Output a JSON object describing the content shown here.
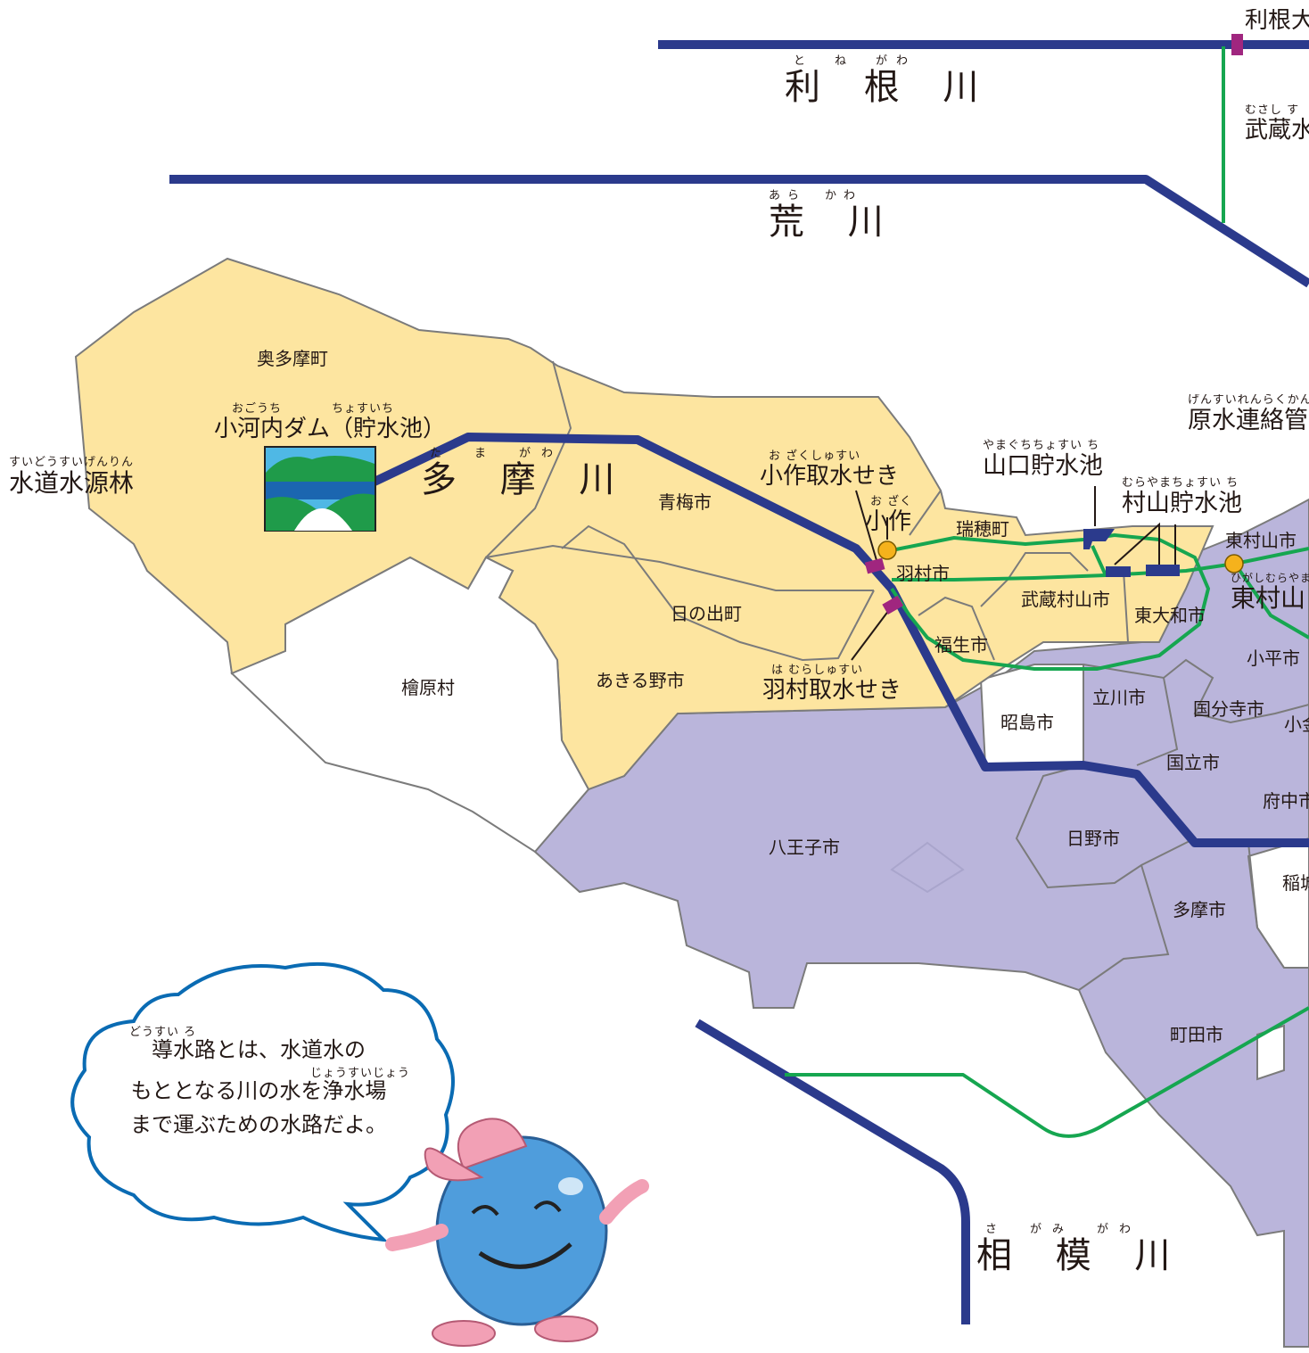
{
  "rivers": {
    "tone": {
      "ruby": "と　ね　がわ",
      "name": "利 根 川"
    },
    "ara": {
      "ruby": "あら　かわ",
      "name": "荒 川"
    },
    "tama": {
      "ruby": "た　ま　がわ",
      "name": "多 摩 川"
    },
    "sagami": {
      "ruby": "さ　がみ　がわ",
      "name": "相 模 川"
    },
    "tone_edge": "利根大"
  },
  "facilities": {
    "suigen": {
      "ruby": "すいどうすいげんりん",
      "name": "水道水源林"
    },
    "ogochi": {
      "ruby": "おごうち　　　　ちょすいち",
      "name": "小河内ダム（貯水池）"
    },
    "ozaku_intake": {
      "ruby": "お ざくしゅすい",
      "name": "小作取水せき"
    },
    "ozaku": {
      "ruby": "お ざく",
      "name": "小作"
    },
    "hamura_intake": {
      "ruby": "は むらしゅすい",
      "name": "羽村取水せき"
    },
    "yamaguchi": {
      "ruby": "やまぐちちょすい ち",
      "name": "山口貯水池"
    },
    "murayama": {
      "ruby": "むらやまちょすい ち",
      "name": "村山貯水池"
    },
    "gensui": {
      "ruby": "げんすいれんらくかん",
      "name": "原水連絡管"
    },
    "musashi": {
      "ruby": "むさし す",
      "name": "武蔵水"
    },
    "higashimurayama": {
      "ruby": "ひがしむらやま",
      "name": "東村山"
    }
  },
  "municipalities": {
    "okutama": "奥多摩町",
    "ome": "青梅市",
    "hinode": "日の出町",
    "akiruno": "あきる野市",
    "hinohara": "檜原村",
    "mizuho": "瑞穂町",
    "hamura": "羽村市",
    "musashimurayama": "武蔵村山市",
    "higashiyamato": "東大和市",
    "fussa": "福生市",
    "akishima": "昭島市",
    "tachikawa": "立川市",
    "kokubunji": "国分寺市",
    "kunitachi": "国立市",
    "kodaira": "小平市",
    "fuchu": "府中市",
    "hachioji": "八王子市",
    "hino": "日野市",
    "tama": "多摩市",
    "inagi": "稲城",
    "machida": "町田市",
    "higashimurayama_city": "東村山市",
    "koganei_edge": "小金"
  },
  "bubble": {
    "line1_ruby": "どうすい ろ",
    "line1": "導水路とは、水道水の",
    "line2_ruby": "じょうすいじょう",
    "line2": "もととなる川の水を浄水場",
    "line3": "まで運ぶための水路だよ。"
  },
  "colors": {
    "river": "#2b3a8c",
    "conduit": "#16a650",
    "west_area": "#fde5a0",
    "east_area": "#bab5db",
    "border": "#7b7b7b",
    "gate": "#a0267f",
    "station": "#f5b21c",
    "bubble_outline": "#0a6bb3"
  }
}
